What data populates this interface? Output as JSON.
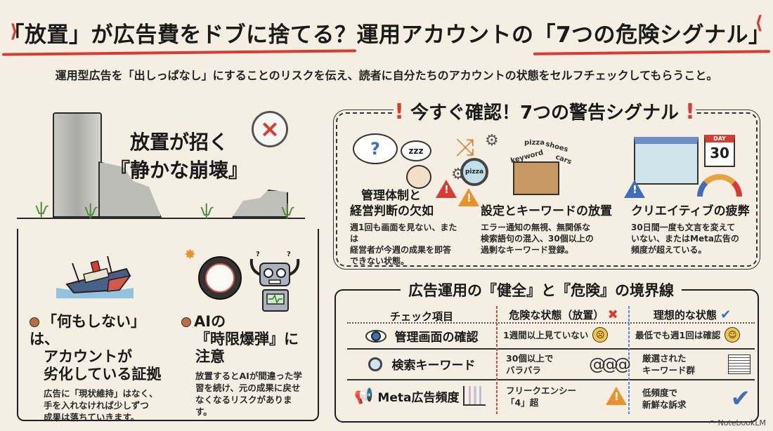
{
  "header": {
    "title_part1": "「放置」が広告費をドブに捨てる？",
    "title_part2": "運用アカウントの",
    "title_part3": "「7つの危険シグナル」",
    "subtitle": "運用型広告を「出しっぱなし」にすることのリスクを伝え、読者に自分たちのアカウントの状態をセルフチェックしてもらうこと。"
  },
  "left_panel": {
    "heading_line1": "放置が招く",
    "heading_line2": "『静かな崩壊』",
    "icons": [
      "broken-pillar-illustration",
      "stopwatch-x-icon",
      "sinking-ship-illustration",
      "bomb-clock-icon",
      "confused-robot-illustration"
    ],
    "points": [
      {
        "title_lines": [
          "「何もしない」は、",
          "アカウントが",
          "劣化している証拠"
        ],
        "body_lines": [
          "広告に「現状維持」はなく、",
          "手を入れなければ少しずつ",
          "成果は落ちていきます。"
        ]
      },
      {
        "title_lines": [
          "AIの",
          "『時限爆弾』に",
          "注意"
        ],
        "body_lines": [
          "放置するとAIが間違った学",
          "習を続け、元の成果に戻せ",
          "なくなるリスクがあります。"
        ]
      }
    ]
  },
  "signals_panel": {
    "title": "今すぐ確認！7つの警告シグナル",
    "title_mark": "!",
    "signals": [
      {
        "title_lines": [
          "管理体制と",
          "経営判断の欠如"
        ],
        "body_lines": [
          "週1回も画面を見ない、または",
          "経営者が今週の成果を即答",
          "できない状態。"
        ],
        "icon_labels": {
          "cloud": "?",
          "sleep": "zzz"
        }
      },
      {
        "title_lines": [
          "設定とキーワードの放置"
        ],
        "body_lines": [
          "エラー通知の無視、無関係な",
          "検索語句の混入、30個以上の",
          "過剰なキーワード登録。"
        ],
        "icon_labels": {
          "magnifier": "pizza",
          "keywords": [
            "pizza",
            "shoes",
            "keyword",
            "cars"
          ]
        }
      },
      {
        "title_lines": [
          "クリエイティブの疲弊"
        ],
        "body_lines": [
          "30日間一度も文言を変えて",
          "いない、またはMeta広告の",
          "頻度が超えている。"
        ],
        "icon_labels": {
          "calendar_top": "DAY",
          "calendar_num": "30"
        }
      }
    ]
  },
  "table_panel": {
    "title": "広告運用の『健全』と『危険』の境界線",
    "columns": {
      "item": "チェック項目",
      "danger": "危険な状態（放置）",
      "ideal": "理想的な状態"
    },
    "rows": [
      {
        "item": "管理画面の確認",
        "item_icon": "eye-icon",
        "danger_lines": [
          "1週間以上見ていない"
        ],
        "danger_icon": "sad-face-icon",
        "ideal_lines": [
          "最低でも週1回は確認"
        ],
        "ideal_icon": "happy-face-icon"
      },
      {
        "item": "検索キーワード",
        "item_icon": "magnifier-icon",
        "danger_lines": [
          "30個以上で",
          "バラバラ"
        ],
        "danger_icon": "tangle-icon",
        "ideal_lines": [
          "厳選された",
          "キーワード群"
        ],
        "ideal_icon": "paper-stack-icon"
      },
      {
        "item": "Meta広告頻度",
        "item_icon": "megaphone-icon",
        "danger_lines": [
          "フリークエンシー",
          "「4」超"
        ],
        "danger_icon": "warning-icon",
        "ideal_lines": [
          "低頻度で",
          "新鮮な訴求"
        ],
        "ideal_icon": "check-icon"
      }
    ]
  },
  "footer": {
    "brand": "NotebookLM"
  },
  "colors": {
    "background": "#f4efe2",
    "accent_red": "#d63c32",
    "accent_blue": "#3e6fb8",
    "accent_orange": "#e8922e",
    "ink": "#1e1e1e"
  }
}
